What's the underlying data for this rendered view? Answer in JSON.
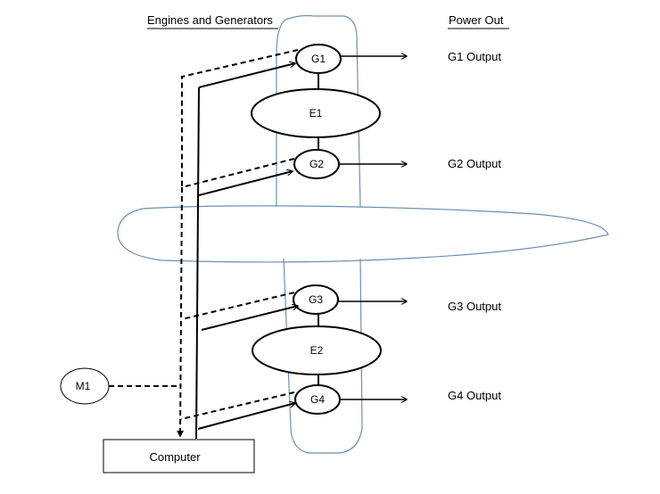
{
  "headers": {
    "engines_generators": "Engines and Generators",
    "power_out": "Power Out"
  },
  "nodes": {
    "g1": "G1",
    "e1": "E1",
    "g2": "G2",
    "g3": "G3",
    "e2": "E2",
    "g4": "G4",
    "m1": "M1",
    "computer": "Computer"
  },
  "outputs": {
    "g1": "G1 Output",
    "g2": "G2 Output",
    "g3": "G3 Output",
    "g4": "G4 Output"
  },
  "colors": {
    "stroke": "#000000",
    "outline": "#6e8fb0"
  }
}
